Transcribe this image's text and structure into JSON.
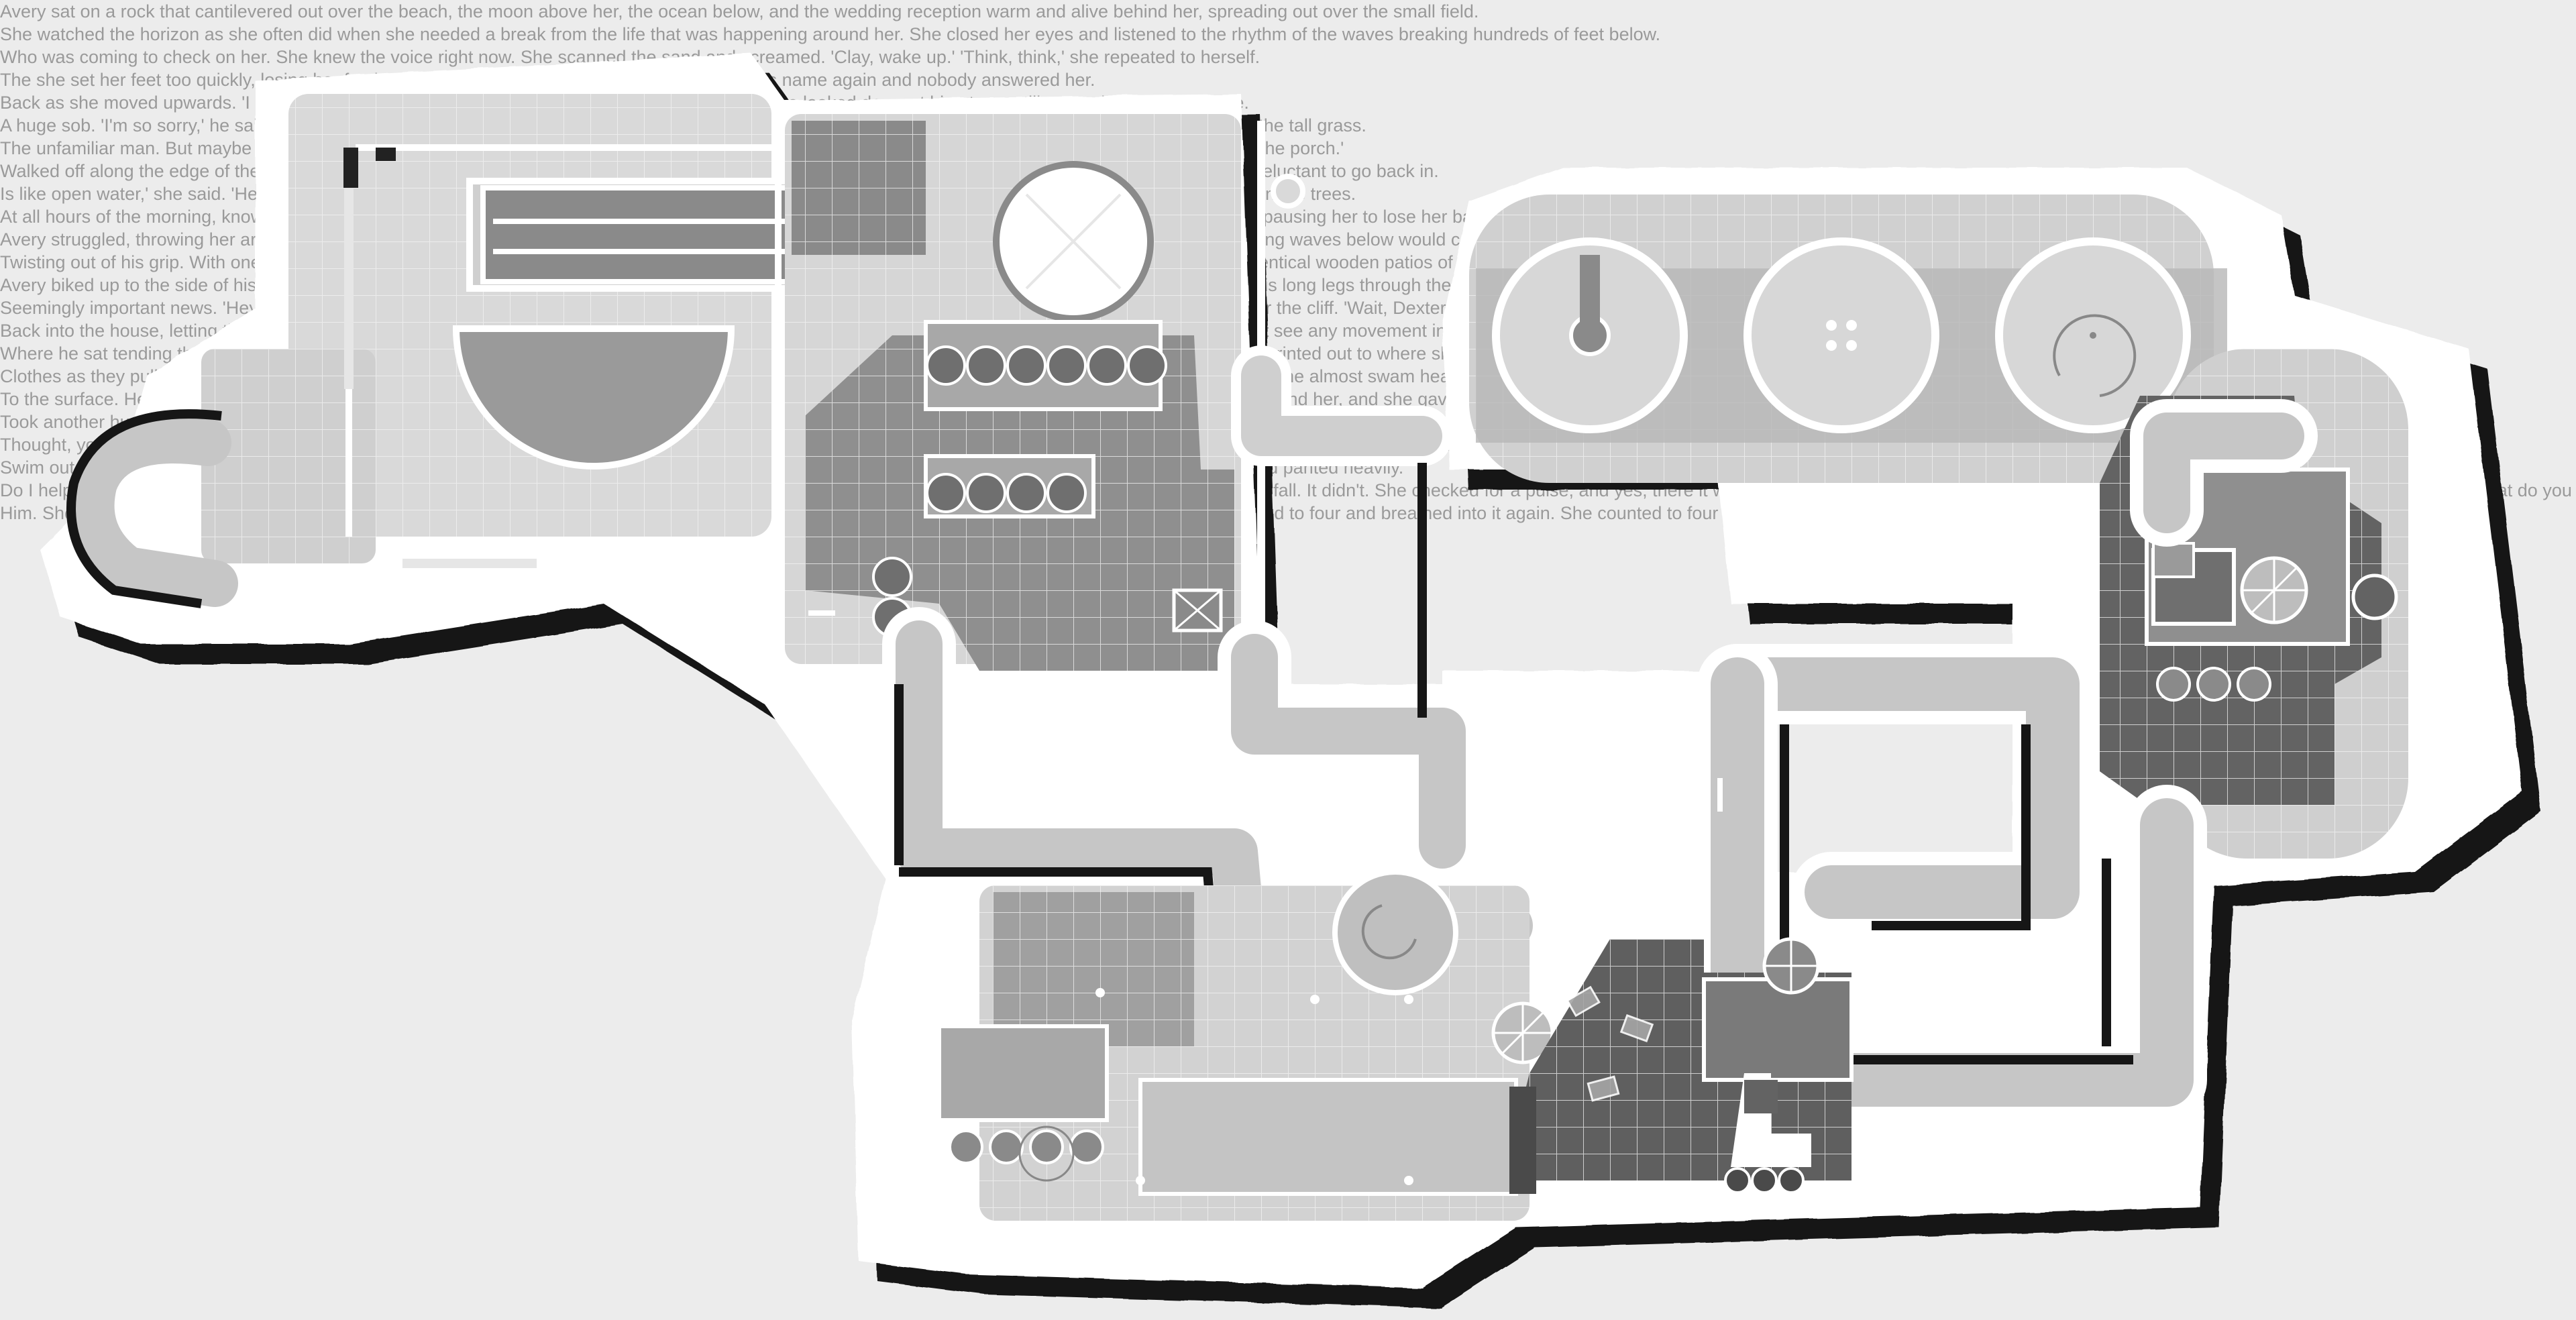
{
  "palette": {
    "background": "#ececec",
    "backgroundText": "#9a9a9a",
    "shadow": "#161616",
    "outline": "#ffffff",
    "floorLight": "#d9d9d9",
    "floorMid": "#b4b4b4",
    "floorDark": "#8a8a8a",
    "floorDarkest": "#636363",
    "corridor": "#c6c6c6",
    "grid": "#f2f2f2"
  },
  "background_text": [
    "Avery sat on a rock that cantilevered out over the beach, the moon above her, the ocean below, and the wedding reception warm and alive behind her, spreading out over the small field.",
    "She watched the horizon as she often did when she needed a break from the life that was happening around her. She closed her eyes and listened to the rhythm of the waves breaking hundreds of feet below.",
    "Who was coming to check on her. She knew the voice right now. She scanned the sand and screamed. 'Clay, wake up.' 'Think, think,' she repeated to herself.",
    "The she set her feet too quickly, losing her footing. She managed to get a grip. She screamed his name again and nobody answered her.",
    "Back as she moved upwards. 'I got you,' he said. He pulled Avery over the edge of the rock and she looked down at him, tears still streaming down her face.",
    "A huge sob. 'I'm so sorry,' he said. 'Hey, hey, I got you.' Blood blisters were forming where the rope had cut into her palms, and she stared peacefully through the tall grass.",
    "The unfamiliar man. But maybe it was just the way he moved. Applied. Cody squeezed her hand. 'Who are you?' she asked. 'I live in that house, the one with the porch.'",
    "Walked off along the edge of the incident. She had been there yesterday to get fire from the beach, and there she was, swimming in the deep water and was reluctant to go back in.",
    "Is like open water,' she said. 'Hey, you're a great swimmer,' he knew what the first thing was. They sat in silence for the next hour or so, Avery watched between the trees.",
    "At all hours of the morning, knowing full well that it didn't actually accomplish anything. She wrapped around her mouth and pulled, forcing her head back and pausing her to lose her balance.",
    "Avery struggled, throwing her arms back in an attempt to claw at the attacker's face. She preoccupied with the wedding and she was out of earshot, the breaking waves below would cover any sound she made.",
    "Twisting out of his grip. With one last pull, she yanked herself free and tried to run, but he grabbed her wrist. Surrounded by a field of tall grasses. From the identical wooden patios of each home, the field stretched out.",
    "Avery biked up to the side of his next door house, dropped his bike where he stood, and began scaling the ledge. Surprise Avery anymore. Just as he pulled his long legs through the window and latched it shut.",
    "Seemingly important news. 'Hey! Hey Avery, can I tell you something?' 'Yes, Dexter.' 'Avery! Let me tell you something.' Know this guy and he had his legs over the cliff. 'Wait, Dexter, what are you talking about?' she asked cautiously.",
    "Back into the house, letting the screen door crash behind him. Avery was used to these very one sided conversations. Towards Clay's window, but she couldn't see any movement in the darkness behind the glass. Clay walked off into the shadows.",
    "Where he sat tending the campfire, Desmond glanced up at Avery for only a second, then turned his eyes back down towards the flames. Conversation. She sprinted out to where she thought Clay had gone under and immediately dove, not remembering to take off her shoes.",
    "Clothes as they pulled against her. All she thought about was reaching Clay. The water burned her eyes and all her air was gone. Dark blur came into view and she almost swam headfirst into him before she registered his limp body hanging in the water.",
    "To the surface. Her chest burned, her arms and legs numb from the lack of oxygen, but still she pushed towards the surface. Light shining through the water around her, and she gave one last kick. The two bodies broke the surface, Avery gasped and coughed.",
    "Took another huge breath and pushed up her lungs, and she turned her attention towards Clay, whose face was turned towards the sky. Took another deep breath and pulled Clay towards her, tears threatening to block her vision. She kicked towards the shore but her throat burned.",
    "Thought, you can't save him if you're too busy crying. Her feet touched down on the swaying rocks and waves pushed her down as she used everything she had left to pull Clay's body to the shore.",
    "Swim out of the water and to the treeline beyond. She glanced up towards the bridge and sighed in relief. It was empty. Then she looked back down at Clay and panted heavily.",
    "Do I help him? The answer came to her, and she leaned down, turning her ear towards his mouth and watching his chest, hoping and praying to see it rise and fall. It didn't. She checked for a pulse, and yes, there it was. But he wasn't breathing. C'mon you know this. He's not breathing but his heart is beating, what do you do next? He's not breathing... so that means... you need to breathe for him.",
    "Him. She didn't hesitate. Leaning down again, she pinched his nose and tilted his head backwards, his mouth falling open, and she breathed into it. She counted to four and breathed into it again. She counted to four and breathed into it again."
  ]
}
